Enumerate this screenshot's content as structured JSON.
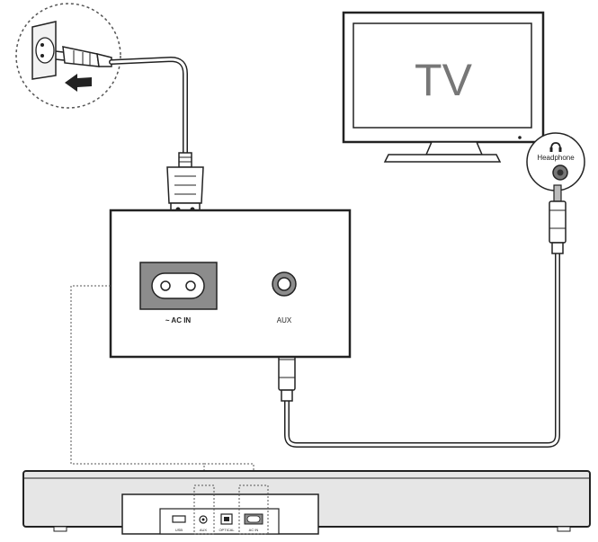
{
  "tv": {
    "label": "TV"
  },
  "headphone_port": {
    "label": "Headphone"
  },
  "panel": {
    "ac_in_label": "~ AC IN",
    "aux_label": "AUX"
  },
  "soundbar_ports": [
    "USB",
    "AUX",
    "OPTICAL",
    "AC IN"
  ],
  "colors": {
    "line": "#1a1a1a",
    "cable_fill": "#ffffff",
    "port_fill": "#8c8c8c",
    "bar_fill": "#e6e6e6"
  }
}
